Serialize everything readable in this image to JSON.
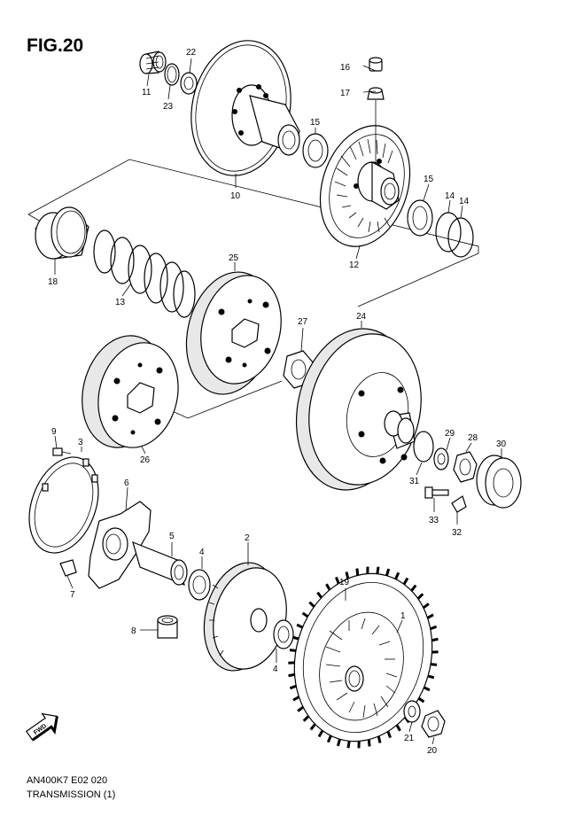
{
  "figure": {
    "title": "FIG.20",
    "model_code": "AN400K7 E02  020",
    "caption": "TRANSMISSION (1)"
  },
  "callouts": [
    "16",
    "22",
    "17",
    "11",
    "23",
    "15",
    "10",
    "15",
    "14",
    "14",
    "12",
    "18",
    "25",
    "13",
    "27",
    "24",
    "9",
    "3",
    "26",
    "29",
    "28",
    "30",
    "6",
    "31",
    "33",
    "32",
    "5",
    "2",
    "4",
    "7",
    "19",
    "8",
    "1",
    "4",
    "21",
    "20"
  ],
  "icons": {
    "fwd": "fwd-arrow-icon"
  },
  "fwd_label": "FWD"
}
